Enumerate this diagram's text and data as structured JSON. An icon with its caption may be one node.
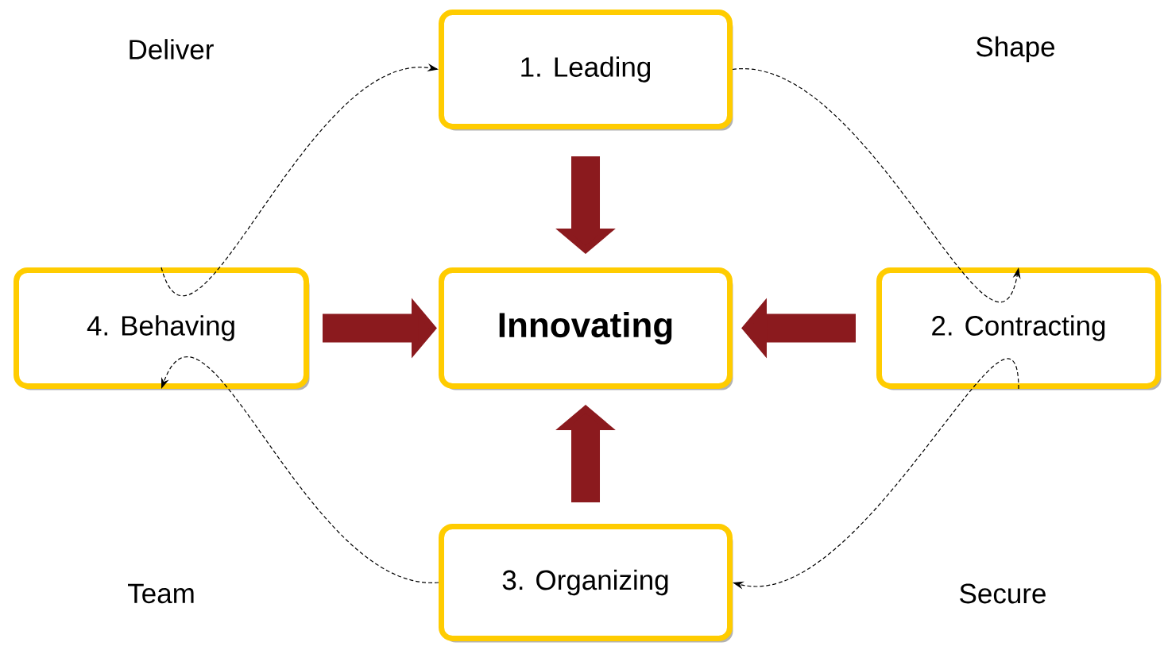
{
  "diagram": {
    "nodes": [
      {
        "text": [
          "1. Leading"
        ]
      },
      {
        "text": [
          "4. Behaving"
        ]
      },
      {
        "text": [
          "Innovating"
        ]
      },
      {
        "text": [
          "2. Contracting"
        ]
      },
      {
        "text": [
          "3. Organizing"
        ]
      }
    ],
    "edges": [
      {
        "from": 0,
        "to": 3,
        "arrow": "to",
        "style": "dashed"
      },
      {
        "from": 3,
        "to": 4,
        "arrow": "to",
        "style": "dashed"
      },
      {
        "from": 4,
        "to": 1,
        "arrow": "to",
        "style": "dashed"
      },
      {
        "from": 1,
        "to": 0,
        "arrow": "to",
        "style": "dashed"
      },
      {
        "from": 0,
        "to": 2,
        "arrow": "to",
        "style": "thick",
        "color": "#8b1a1e"
      },
      {
        "from": 1,
        "to": 2,
        "arrow": "to",
        "style": "thick",
        "color": "#8b1a1e"
      },
      {
        "from": 3,
        "to": 2,
        "arrow": "to",
        "style": "thick",
        "color": "#8b1a1e"
      },
      {
        "from": 4,
        "to": 2,
        "arrow": "to",
        "style": "thick",
        "color": "#8b1a1e"
      }
    ],
    "labels": [
      "Deliver",
      "Shape",
      "Team",
      "Secure"
    ]
  }
}
